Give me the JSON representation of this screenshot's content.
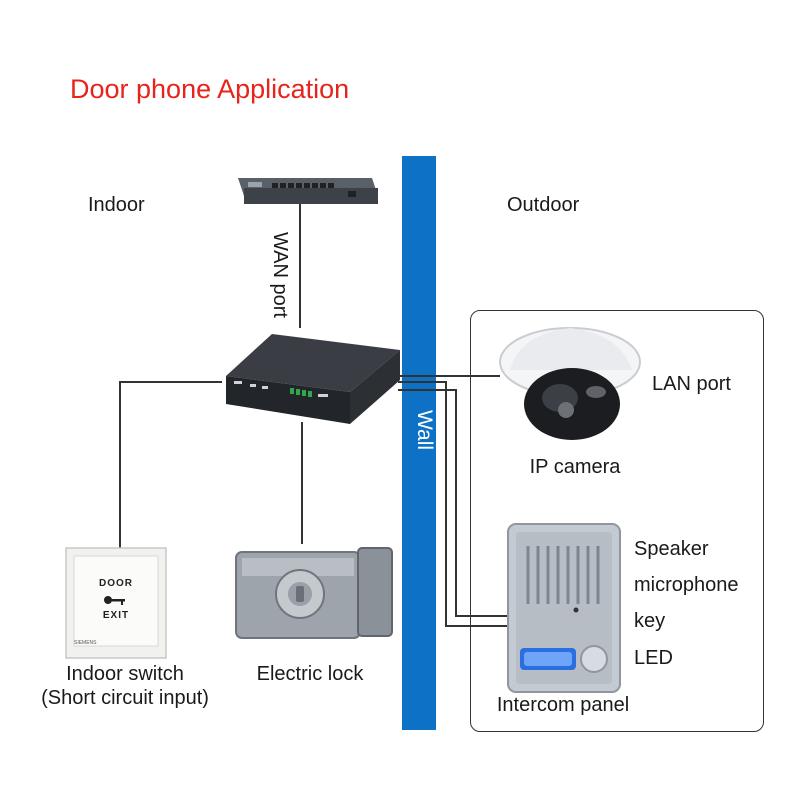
{
  "title": "Door phone Application",
  "zones": {
    "indoor": "Indoor",
    "outdoor": "Outdoor",
    "wall": "Wall"
  },
  "links": {
    "wan_port": "WAN port",
    "lan_port": "LAN port"
  },
  "devices": {
    "ip_camera": "IP camera",
    "intercom_panel": "Intercom panel",
    "indoor_switch_line1": "Indoor switch",
    "indoor_switch_line2": "(Short circuit input)",
    "electric_lock": "Electric lock"
  },
  "intercom_features": [
    "Speaker",
    "microphone",
    "key",
    "LED"
  ],
  "exit_button_text": {
    "top": "DOOR",
    "bottom": "EXIT",
    "brand": "SIEMENS"
  },
  "colors": {
    "title": "#e8231b",
    "wall": "#0d72c6",
    "lines": "#333333"
  }
}
